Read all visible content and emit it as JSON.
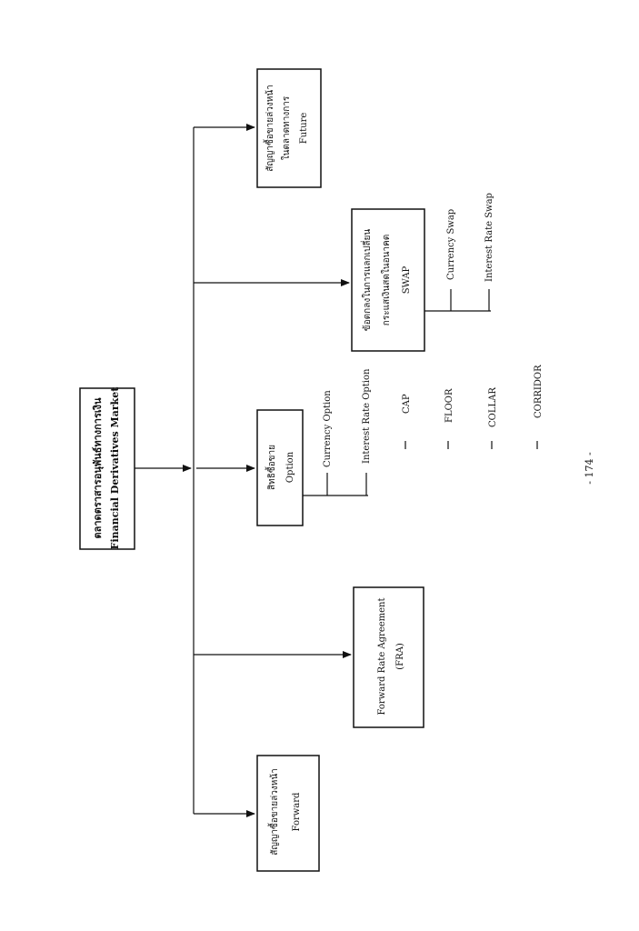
{
  "root": {
    "line1": "ตลาดตราสารอนุพันธ์ทางการเงิน",
    "line2": "Financial Derivatives Market"
  },
  "nodes": {
    "forward": {
      "line1": "สัญญาซื้อขายล่วงหน้า",
      "line2": "Forward"
    },
    "fra": {
      "line1": "Forward Rate Agreement",
      "line2": "(FRA)"
    },
    "option": {
      "line1": "สิทธิซื้อขาย",
      "line2": "Option"
    },
    "swap": {
      "line1": "ข้อตกลงในการแลกเปลี่ยน",
      "line2": "กระแสเงินสดในอนาคต",
      "line3": "SWAP"
    },
    "future": {
      "line1": "สัญญาซื้อขายล่วงหน้า",
      "line2": "ในตลาดทางการ",
      "line3": "Future"
    }
  },
  "option_children": [
    "Currency Option",
    "Interest Rate Option"
  ],
  "interest_rate_option_types": [
    "CAP",
    "FLOOR",
    "COLLAR",
    "CORRIDOR"
  ],
  "swap_children": [
    "Currency Swap",
    "Interest Rate Swap"
  ],
  "page_number": "- 174 -"
}
